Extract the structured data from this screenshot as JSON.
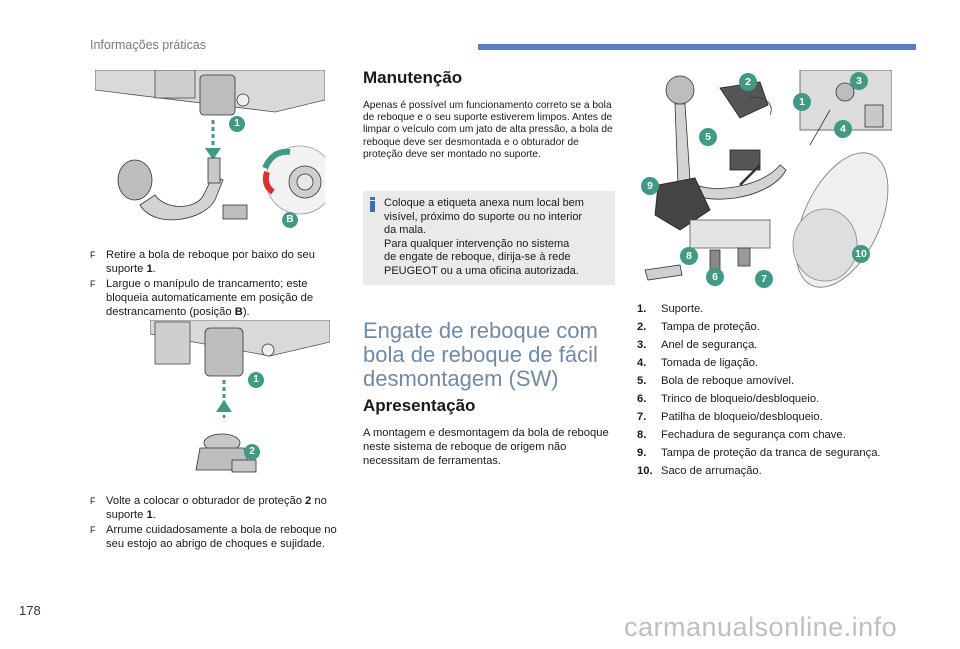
{
  "header": {
    "title": "Informações práticas"
  },
  "page_number": "178",
  "watermark": "carmanualsonline.info",
  "left_column": {
    "figure1_badges": [
      "1",
      "B"
    ],
    "steps1": [
      {
        "marker": "F",
        "parts": [
          "Retire a bola de reboque por baixo do seu suporte ",
          "1",
          "."
        ]
      },
      {
        "marker": "F",
        "parts": [
          "Largue o manípulo de trancamento; este bloqueia automaticamente em posição de destrancamento (posição ",
          "B",
          ")."
        ]
      }
    ],
    "figure2_badges": [
      "1",
      "2"
    ],
    "steps2": [
      {
        "marker": "F",
        "parts": [
          "Volte a colocar o obturador de proteção ",
          "2",
          " no suporte ",
          "1",
          "."
        ]
      },
      {
        "marker": "F",
        "parts": [
          "Arrume cuidadosamente a bola de reboque no seu estojo ao abrigo de choques e sujidade.",
          "",
          ""
        ]
      }
    ]
  },
  "middle_column": {
    "maintenance_title": "Manutenção",
    "maintenance_text": "Apenas é possível um funcionamento correto se a bola de reboque e o seu suporte estiverem limpos. Antes de limpar o veículo com um jato de alta pressão, a bola de reboque deve ser desmontada e o obturador de proteção deve ser montado no suporte.",
    "info_lines": [
      "Coloque a etiqueta anexa num local bem",
      "visível, próximo do suporte ou no interior",
      "da mala.",
      "Para qualquer intervenção no sistema",
      "de engate de reboque, dirija-se à rede",
      "PEUGEOT ou a uma oficina autorizada."
    ],
    "section_title_lines": [
      "Engate de reboque com",
      "bola de reboque de fácil",
      "desmontagem (SW)"
    ],
    "presentation_title": "Apresentação",
    "presentation_text": "A montagem e desmontagem da bola de reboque neste sistema de reboque de origem não necessitam de ferramentas."
  },
  "right_column": {
    "figure_badges": [
      "2",
      "3",
      "1",
      "4",
      "5",
      "9",
      "8",
      "6",
      "7",
      "10"
    ],
    "legend": [
      {
        "num": "1.",
        "text": "Suporte."
      },
      {
        "num": "2.",
        "text": "Tampa de proteção."
      },
      {
        "num": "3.",
        "text": "Anel de segurança."
      },
      {
        "num": "4.",
        "text": "Tomada de ligação."
      },
      {
        "num": "5.",
        "text": "Bola de reboque amovível."
      },
      {
        "num": "6.",
        "text": "Trinco de bloqueio/desbloqueio."
      },
      {
        "num": "7.",
        "text": "Patilha de bloqueio/desbloqueio."
      },
      {
        "num": "8.",
        "text": "Fechadura de segurança com chave."
      },
      {
        "num": "9.",
        "text": "Tampa de proteção da tranca de segurança."
      },
      {
        "num": "10.",
        "text": "Saco de arrumação."
      }
    ]
  },
  "colors": {
    "accent_bar": "#5b7fba",
    "badge": "#3f9a86",
    "title_blue": "#6f8aa6",
    "info_box": "#eaeaea"
  }
}
